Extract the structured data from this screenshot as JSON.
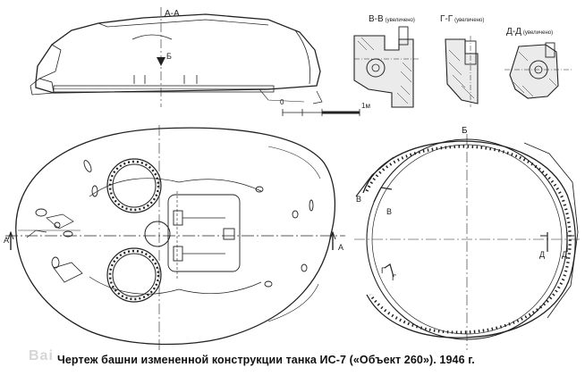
{
  "caption": "Чертеж башни измененной конструкции танка ИС-7 («Объект 260»). 1946 г.",
  "labels": {
    "section_aa": "А-А",
    "section_vv": "В-В",
    "section_gg": "Г-Г",
    "section_dd": "Д-Д",
    "enlarged": "(увеличено)",
    "cut_a": "А",
    "cut_b": "Б",
    "cut_v": "В",
    "cut_g": "Г",
    "cut_d": "Д"
  },
  "scale": {
    "zero": "0",
    "unit": "1м"
  },
  "watermark": "Bai"
}
